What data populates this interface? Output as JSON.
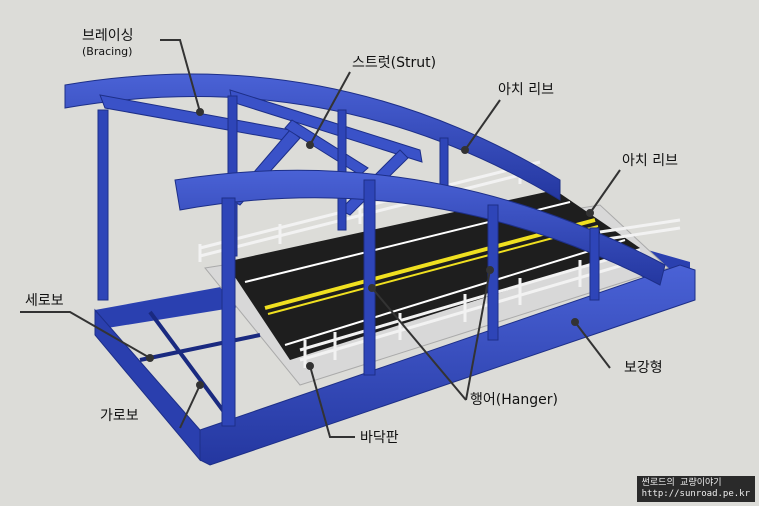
{
  "labels": {
    "bracing": "브레이싱",
    "bracing_en": "(Bracing)",
    "strut": "스트럿(Strut)",
    "arch_rib_1": "아치 리브",
    "arch_rib_2": "아치 리브",
    "cross_beam": "세로보",
    "stringer": "가로보",
    "stiffening_girder": "보강형",
    "hanger": "행어(Hanger)",
    "deck_slab": "바닥판"
  },
  "watermark": {
    "line1": "썬로드의 교량이야기",
    "line2": "http://sunroad.pe.kr"
  },
  "colors": {
    "background": "#dcdcd8",
    "steel": "#2e45b8",
    "steel_dark": "#1d2f88",
    "deck": "#1e1e1e",
    "centerline": "#f0e020",
    "lane_line": "#ffffff",
    "railing": "#f2f2f2",
    "leader": "#333333"
  }
}
